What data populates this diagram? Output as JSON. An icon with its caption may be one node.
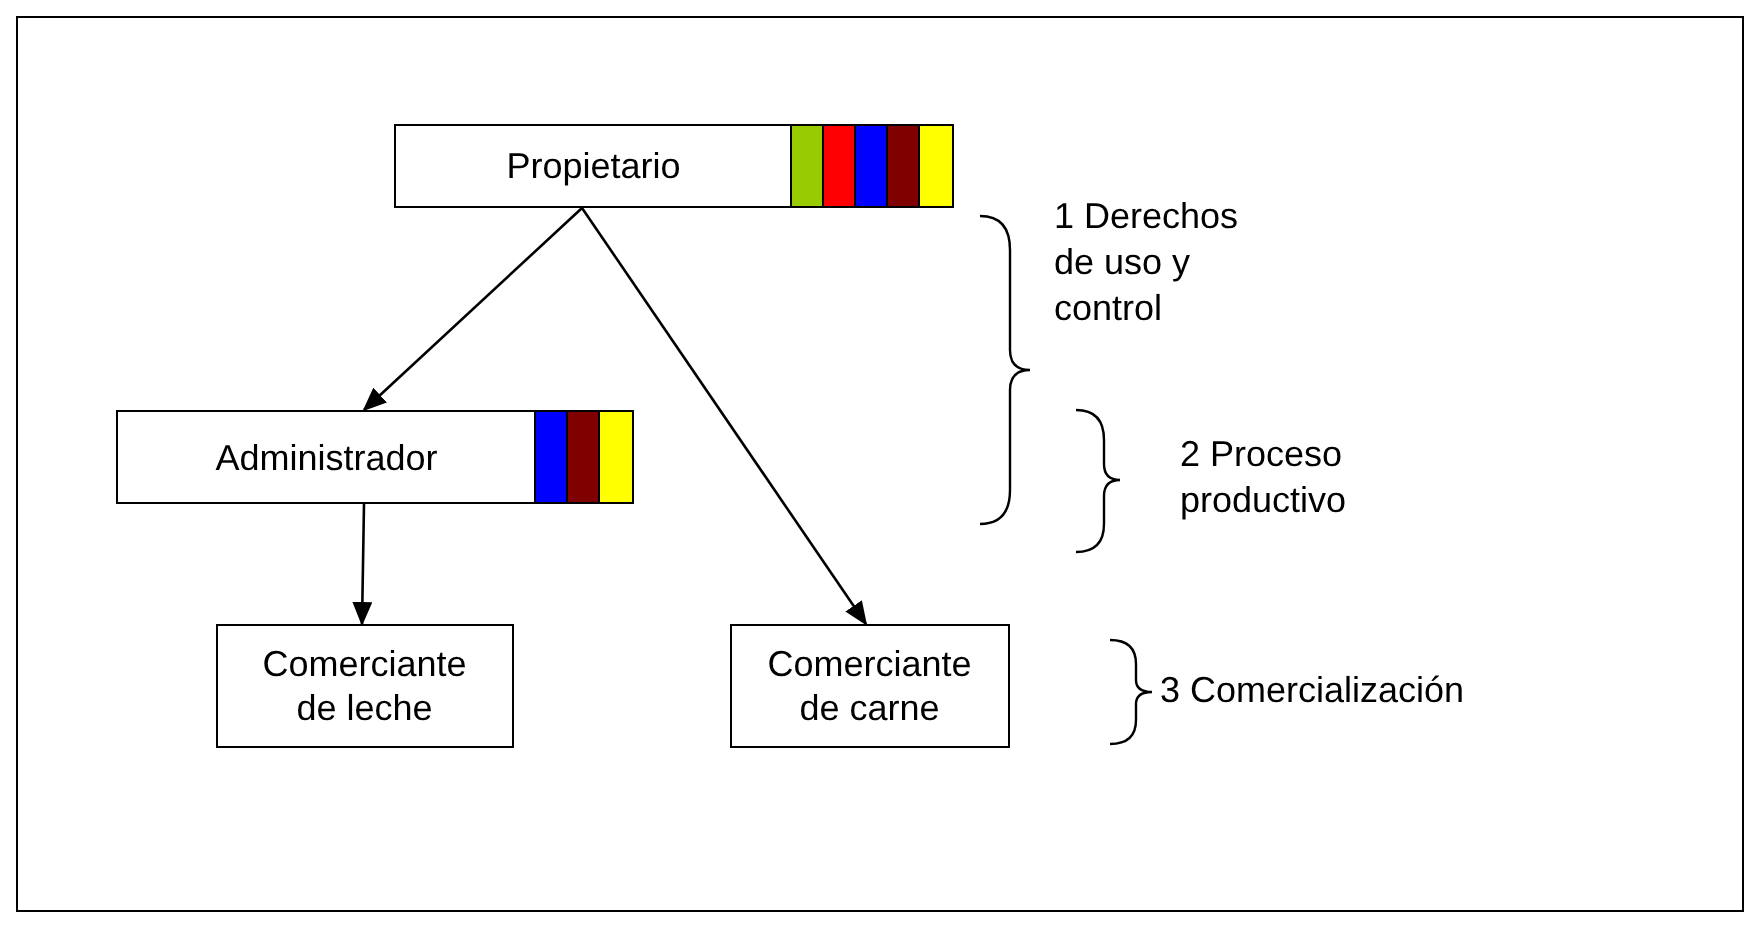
{
  "diagram": {
    "nodes": [
      {
        "text": [
          "Propietario"
        ]
      },
      {
        "text": [],
        "shape": "bar"
      },
      {
        "text": [],
        "shape": "bar"
      },
      {
        "text": [],
        "shape": "bar"
      },
      {
        "text": [],
        "shape": "bar"
      },
      {
        "text": [],
        "shape": "bar"
      },
      {
        "text": [
          "Administrador"
        ]
      },
      {
        "text": [],
        "shape": "bar"
      },
      {
        "text": [],
        "shape": "bar"
      },
      {
        "text": [],
        "shape": "bar"
      },
      {
        "text": [
          "Comerciante de leche"
        ]
      },
      {
        "text": [
          "Comerciante de carne"
        ]
      }
    ],
    "edges": [
      {
        "from": 0,
        "to": 6,
        "arrow": "to"
      },
      {
        "from": 0,
        "to": 11,
        "arrow": "to"
      },
      {
        "from": 6,
        "to": 10,
        "arrow": "to"
      }
    ],
    "labels": [
      "1 Derechos de uso y control",
      "2 Proceso productivo",
      "3 Comercialización"
    ]
  }
}
